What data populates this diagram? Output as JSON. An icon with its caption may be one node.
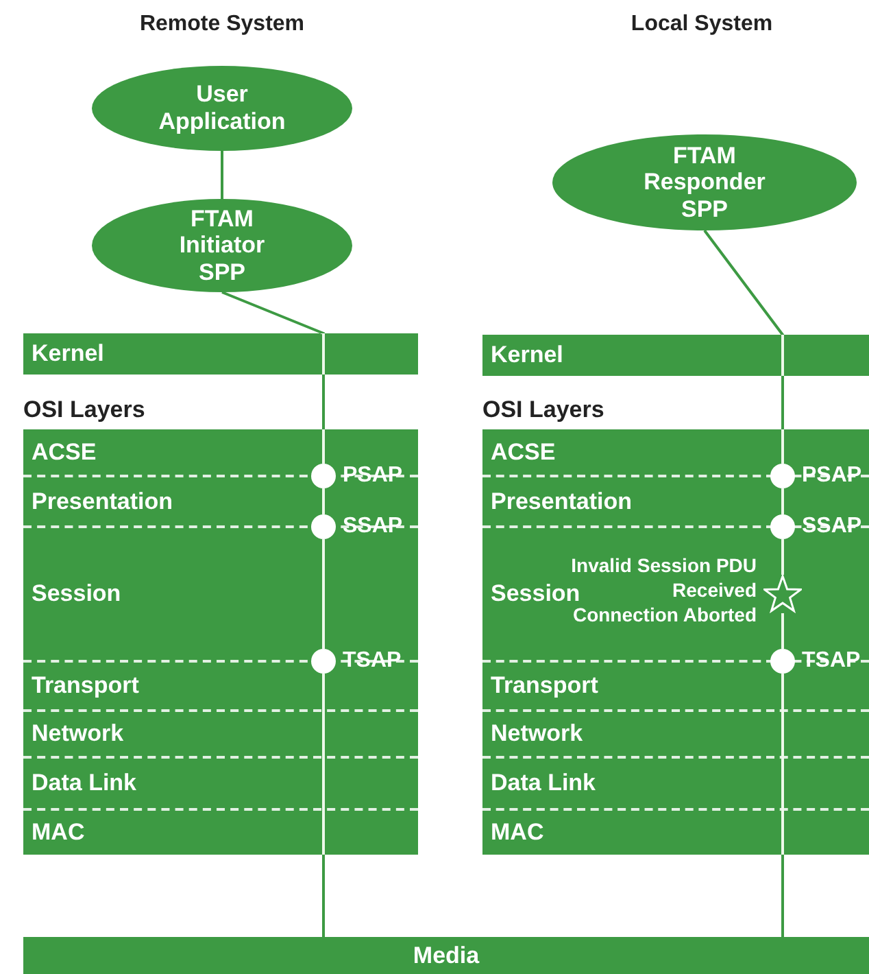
{
  "diagram": {
    "nodes": [
      {
        "text": [
          "User Application"
        ]
      },
      {
        "text": [
          "FTAM Initiator SPP"
        ]
      },
      {
        "text": [
          "Kernel"
        ]
      },
      {
        "text": [
          "OSI Layers"
        ]
      },
      {
        "text": [
          "ACSE"
        ],
        "in": 3
      },
      {
        "text": [
          "Presentation"
        ],
        "in": 3
      },
      {
        "text": [
          "Session"
        ],
        "in": 3
      },
      {
        "text": [
          "Transport"
        ],
        "in": 3
      },
      {
        "text": [
          "Network"
        ],
        "in": 3
      },
      {
        "text": [
          "Data Link"
        ],
        "in": 3
      },
      {
        "text": [
          "MAC"
        ],
        "in": 3
      },
      {
        "text": [],
        "shape": "circle",
        "in": 3,
        "beside": [
          "PSAP"
        ]
      },
      {
        "text": [],
        "shape": "circle",
        "in": 3,
        "beside": [
          "SSAP"
        ]
      },
      {
        "text": [],
        "shape": "circle",
        "in": 3,
        "beside": [
          "TSAP"
        ]
      },
      {
        "text": [
          "FTAM Responder SPP"
        ]
      },
      {
        "text": [
          "Kernel"
        ]
      },
      {
        "text": [
          "OSI Layers"
        ]
      },
      {
        "text": [
          "ACSE"
        ],
        "in": 16
      },
      {
        "text": [
          "Presentation"
        ],
        "in": 16
      },
      {
        "text": [
          "Session"
        ],
        "in": 16
      },
      {
        "text": [
          "Transport"
        ],
        "in": 16
      },
      {
        "text": [
          "Network"
        ],
        "in": 16
      },
      {
        "text": [
          "Data Link"
        ],
        "in": 16
      },
      {
        "text": [
          "MAC"
        ],
        "in": 16
      },
      {
        "text": [],
        "shape": "circle",
        "in": 16,
        "beside": [
          "PSAP"
        ]
      },
      {
        "text": [],
        "shape": "circle",
        "in": 16,
        "beside": [
          "SSAP"
        ]
      },
      {
        "text": [],
        "shape": "star",
        "in": 16,
        "beside": [
          "Invalid Session PDU Received",
          "Connection Aborted"
        ]
      },
      {
        "text": [],
        "shape": "circle",
        "in": 16,
        "beside": [
          "TSAP"
        ]
      },
      {
        "text": [
          "Media"
        ]
      }
    ],
    "edges": [
      {
        "from": 0,
        "to": 1,
        "arrow": "none"
      },
      {
        "from": 1,
        "to": 11,
        "arrow": "none"
      },
      {
        "from": 11,
        "to": 12,
        "arrow": "none",
        "color": "#eef8ea"
      },
      {
        "from": 12,
        "to": 13,
        "arrow": "none",
        "color": "#eef8ea"
      },
      {
        "from": 13,
        "to": 28,
        "arrow": "none"
      },
      {
        "from": 14,
        "to": 24,
        "arrow": "none"
      },
      {
        "from": 24,
        "to": 25,
        "arrow": "none",
        "color": "#eef8ea"
      },
      {
        "from": 25,
        "to": 26,
        "arrow": "none",
        "color": "#eef8ea"
      },
      {
        "from": 26,
        "to": 27,
        "arrow": "none",
        "color": "#eef8ea"
      },
      {
        "from": 27,
        "to": 28,
        "arrow": "none"
      }
    ],
    "labels": [
      "Remote System",
      "Local System"
    ]
  }
}
